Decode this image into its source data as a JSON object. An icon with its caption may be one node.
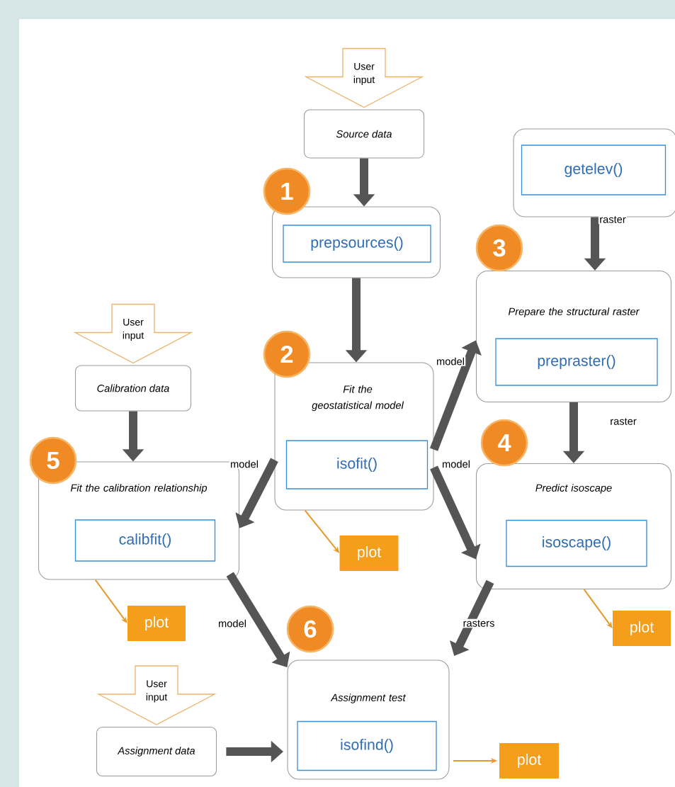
{
  "diagram": {
    "nodes": [
      {
        "text": [
          "Source data"
        ]
      },
      {
        "text": [
          "1"
        ]
      },
      {
        "text": [],
        "shape": "box"
      },
      {
        "text": [
          "prepsources()"
        ],
        "in": 2
      },
      {
        "text": [],
        "shape": "box"
      },
      {
        "text": [
          "getelev()"
        ],
        "in": 4
      },
      {
        "text": [
          "3"
        ]
      },
      {
        "text": [
          "Prepare the structural raster"
        ]
      },
      {
        "text": [
          "prepraster()"
        ],
        "in": 7
      },
      {
        "text": [
          "2"
        ]
      },
      {
        "text": [
          "Fit the geostatistical model"
        ]
      },
      {
        "text": [
          "isofit()"
        ],
        "in": 10
      },
      {
        "text": [
          "plot"
        ]
      },
      {
        "text": [
          "Calibration data"
        ]
      },
      {
        "text": [
          "5"
        ]
      },
      {
        "text": [
          "Fit the calibration relationship"
        ]
      },
      {
        "text": [
          "calibfit()"
        ],
        "in": 15
      },
      {
        "text": [
          "4"
        ]
      },
      {
        "text": [
          "Predict isoscape"
        ]
      },
      {
        "text": [
          "isoscape()"
        ],
        "in": 18
      },
      {
        "text": [
          "plot"
        ]
      },
      {
        "text": [
          "plot"
        ]
      },
      {
        "text": [
          "6"
        ]
      },
      {
        "text": [
          "Assignment data"
        ]
      },
      {
        "text": [
          "Assignment test"
        ]
      },
      {
        "text": [
          "isofind()"
        ],
        "in": 24
      },
      {
        "text": [
          "plot"
        ]
      }
    ],
    "edges": [
      {
        "from": null,
        "to": 0,
        "arrow": "to",
        "label": "User input",
        "color": "#edb36e"
      },
      {
        "from": 0,
        "to": 2,
        "arrow": "to"
      },
      {
        "from": 4,
        "to": 7,
        "arrow": "to",
        "label": "raster"
      },
      {
        "from": 2,
        "to": 10,
        "arrow": "to"
      },
      {
        "from": 7,
        "to": 18,
        "arrow": "to",
        "label": "raster"
      },
      {
        "from": 10,
        "to": 7,
        "arrow": "to",
        "label": "model"
      },
      {
        "from": 10,
        "to": 18,
        "arrow": "to",
        "label": "model"
      },
      {
        "from": 10,
        "to": 15,
        "arrow": "to",
        "label": "model"
      },
      {
        "from": null,
        "to": 13,
        "arrow": "to",
        "label": "User input",
        "color": "#edb36e"
      },
      {
        "from": 13,
        "to": 15,
        "arrow": "to"
      },
      {
        "from": 10,
        "to": 12,
        "arrow": "to",
        "color": "#e59a2b"
      },
      {
        "from": 15,
        "to": 20,
        "arrow": "to",
        "color": "#e59a2b"
      },
      {
        "from": 18,
        "to": 21,
        "arrow": "to",
        "color": "#e59a2b"
      },
      {
        "from": 15,
        "to": 24,
        "arrow": "to",
        "label": "model"
      },
      {
        "from": 18,
        "to": 24,
        "arrow": "to",
        "label": "rasters"
      },
      {
        "from": null,
        "to": 23,
        "arrow": "to",
        "label": "User input",
        "color": "#edb36e"
      },
      {
        "from": 23,
        "to": 24,
        "arrow": "to"
      },
      {
        "from": 24,
        "to": 26,
        "arrow": "to",
        "color": "#e59a2b"
      }
    ]
  }
}
